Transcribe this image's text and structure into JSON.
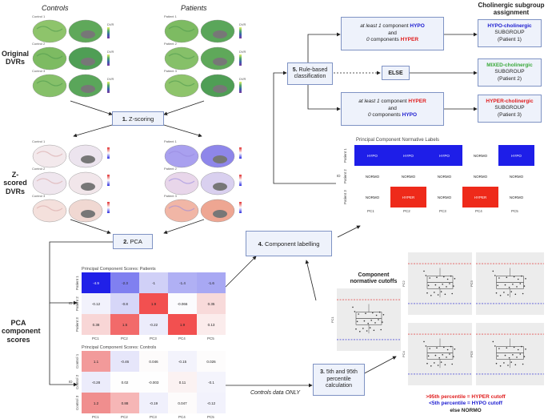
{
  "columns": {
    "controls": "Controls",
    "patients": "Patients"
  },
  "row_labels": {
    "original": "Original DVRs",
    "zscored": "Z-scored DVRs",
    "pca_scores": "PCA component scores"
  },
  "brain_labels": {
    "controls": [
      "Control 1",
      "Control 2",
      "Control 3"
    ],
    "patients": [
      "Patient 1",
      "Patient 2",
      "Patient 3"
    ]
  },
  "legend_dvr": "DVR",
  "steps": {
    "zscoring": "Z-scoring",
    "zscoring_num": "1.",
    "pca": "PCA",
    "pca_num": "2.",
    "percentile": "5th and 95th percentile calculation",
    "percentile_num": "3.",
    "labelling": "Component labelling",
    "labelling_num": "4.",
    "classification": "Rule-based classification",
    "classification_num": "5."
  },
  "rules": {
    "rule1_a": "at least 1",
    "rule1_b": "component",
    "rule1_c": "HYPO",
    "rule1_d": "and",
    "rule1_e": "0",
    "rule1_f": "components",
    "rule1_g": "HYPER",
    "else": "ELSE",
    "rule3_a": "at least 1",
    "rule3_b": "component",
    "rule3_c": "HYPER",
    "rule3_d": "and",
    "rule3_e": "0",
    "rule3_f": "components",
    "rule3_g": "HYPO"
  },
  "subgroups": {
    "title": "Cholinergic subgroup assignment",
    "hypo_name": "HYPO-cholinergic",
    "mixed_name": "MIXED-cholinergic",
    "hyper_name": "HYPER-cholinergic",
    "subgroup_word": "SUBGROUP",
    "p1": "(Patient 1)",
    "p2": "(Patient 2)",
    "p3": "(Patient 3)"
  },
  "label_table": {
    "title": "Principal Component Normative Labels",
    "rows": [
      "Patient 1",
      "Patient 2",
      "Patient 3"
    ],
    "cols": [
      "PC1",
      "PC2",
      "PC3",
      "PC4",
      "PC5"
    ],
    "id_label": "ID",
    "cells": [
      [
        "HYPO",
        "HYPO",
        "HYPO",
        "NORMO",
        "HYPO"
      ],
      [
        "NORMO",
        "NORMO",
        "NORMO",
        "NORMO",
        "NORMO"
      ],
      [
        "NORMO",
        "HYPER",
        "NORMO",
        "HYPER",
        "NORMO"
      ]
    ]
  },
  "patients_heatmap": {
    "title": "Principal Component Scores: Patients",
    "rows": [
      "Patient 1",
      "Patient 2",
      "Patient 3"
    ],
    "cols": [
      "PC1",
      "PC2",
      "PC3",
      "PC4",
      "PC5"
    ],
    "id_label": "ID",
    "values": [
      [
        "-4.9",
        "-2.3",
        "-1",
        "-1.4",
        "-1.6"
      ],
      [
        "-0.12",
        "-0.8",
        "1.9",
        "-0.066",
        "0.35"
      ],
      [
        "0.38",
        "1.5",
        "-0.22",
        "1.9",
        "0.13"
      ]
    ],
    "colors": [
      [
        "#2020e8",
        "#8080f0",
        "#d0d0f7",
        "#b0b0f4",
        "#a8a8f3"
      ],
      [
        "#f2f2fc",
        "#d6d6f8",
        "#f25050",
        "#fbfbfe",
        "#f8dada"
      ],
      [
        "#f8d6d6",
        "#f26a6a",
        "#ececfb",
        "#f25050",
        "#fbecec"
      ]
    ]
  },
  "controls_heatmap": {
    "title": "Principal Component Scores: Controls",
    "rows": [
      "Control 1",
      "Control 2",
      "Control 3"
    ],
    "cols": [
      "PC1",
      "PC2",
      "PC3",
      "PC4",
      "PC5"
    ],
    "id_label": "ID",
    "values": [
      [
        "1.1",
        "-0.46",
        "0.046",
        "-0.15",
        "0.026"
      ],
      [
        "-0.28",
        "0.02",
        "-0.003",
        "0.11",
        "-0.1"
      ],
      [
        "1.2",
        "0.88",
        "-0.19",
        "0.047",
        "-0.12"
      ]
    ],
    "colors": [
      [
        "#f29a9a",
        "#e6e6fa",
        "#fdfbfb",
        "#f3f3fc",
        "#fdfcfc"
      ],
      [
        "#ececfb",
        "#fefefe",
        "#fefefe",
        "#fbf2f2",
        "#f4f4fc"
      ],
      [
        "#f08e8e",
        "#f6b6b6",
        "#f0f0fc",
        "#fdfbfb",
        "#f2f2fc"
      ]
    ]
  },
  "cutoffs": {
    "title": "Component normative cutoffs",
    "axes": [
      "PC1",
      "PC2",
      "PC3",
      "PC4",
      "PC5"
    ],
    "controls_only": "Controls data ONLY",
    "legend_hyper": ">95th percentile = HYPER cutoff",
    "legend_hypo": "<5th percentile = HYPO cutoff",
    "legend_else": "else NORMO"
  },
  "colors": {
    "hypo": "#1b1bd0",
    "hyper": "#e01b1b",
    "mixed": "#3aa93a",
    "box_border": "#7f93c4",
    "box_fill": "#eef2fb"
  }
}
